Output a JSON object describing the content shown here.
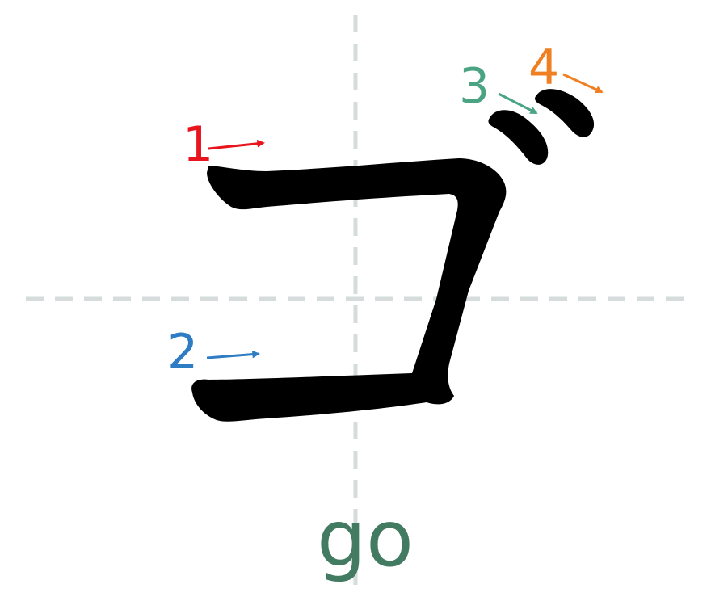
{
  "character": "ゴ",
  "romaji": "go",
  "colors": {
    "grid": "#d6dbdb",
    "glyph": "#000000",
    "romaji": "#437a62",
    "stroke_1": "#e8141e",
    "stroke_2": "#2e7cc4",
    "stroke_3": "#4aa382",
    "stroke_4": "#f07f22"
  },
  "strokes": [
    {
      "number": "1",
      "direction": "right"
    },
    {
      "number": "2",
      "direction": "right"
    },
    {
      "number": "3",
      "direction": "down-right"
    },
    {
      "number": "4",
      "direction": "down-right"
    }
  ]
}
